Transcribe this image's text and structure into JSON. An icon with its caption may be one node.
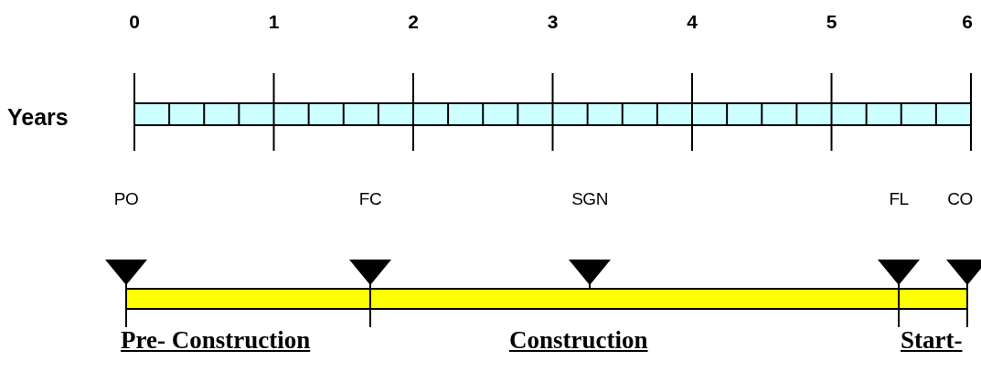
{
  "diagram": {
    "labels": [
      "0",
      "1",
      "2",
      "3",
      "4",
      "5",
      "6",
      "Years",
      "PO",
      "FC",
      "SGN",
      "FL",
      "CO",
      "Pre- Construction",
      "Construction",
      "Start-"
    ]
  }
}
